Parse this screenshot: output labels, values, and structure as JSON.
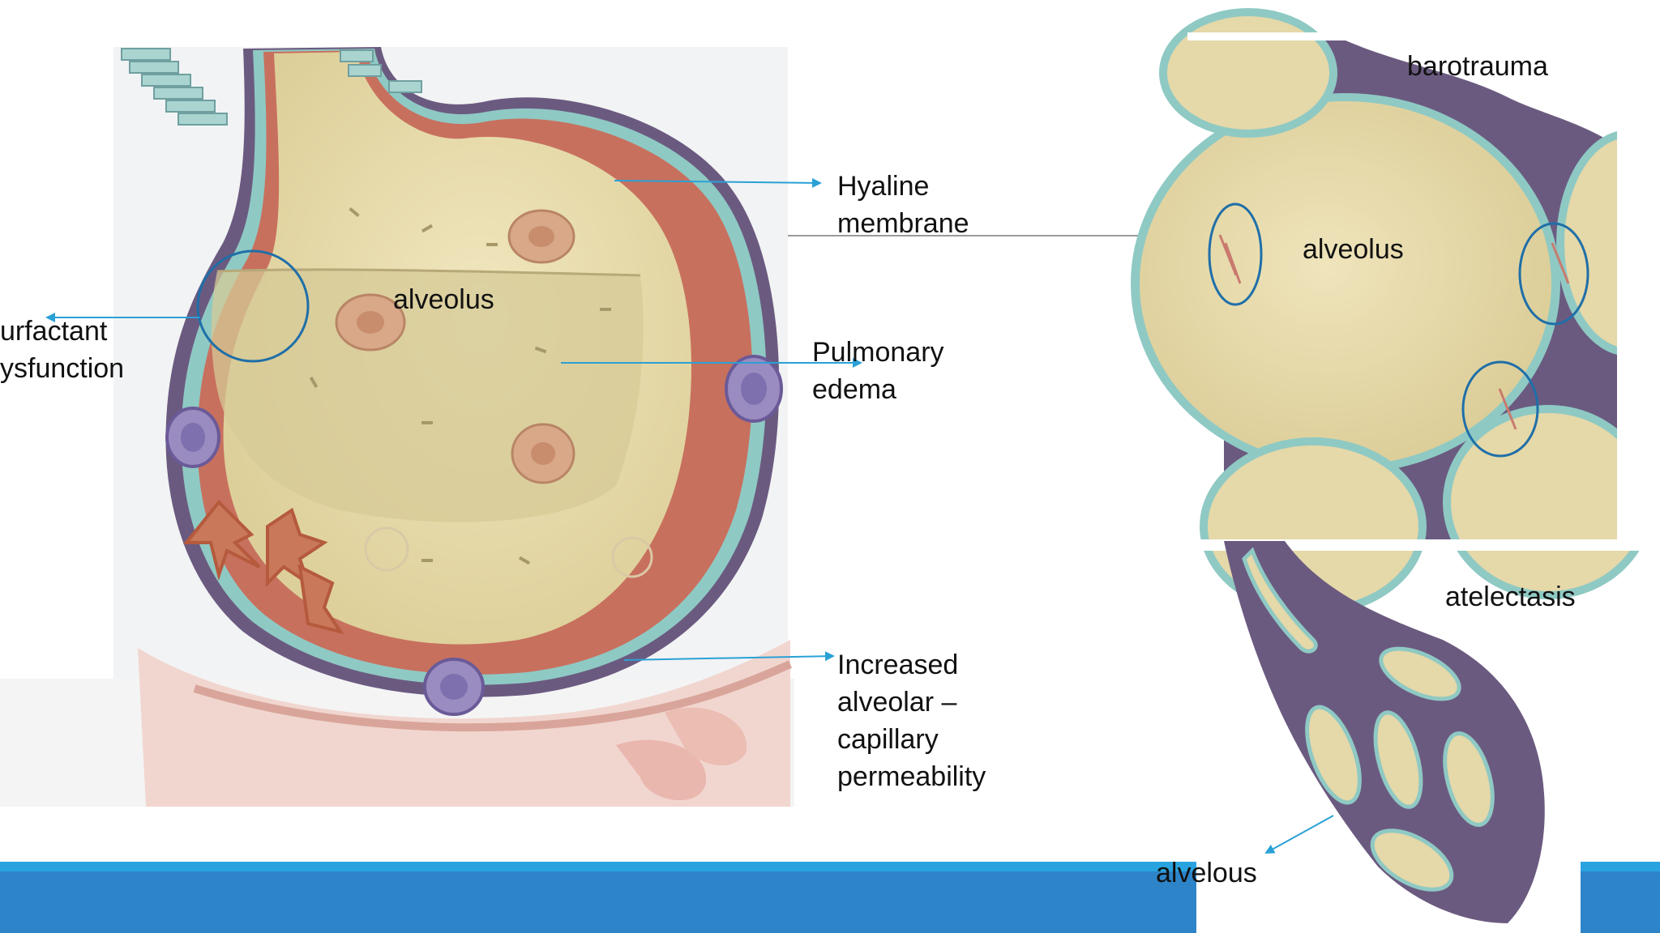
{
  "colors": {
    "accent": "#2e84c8",
    "footer_light": "#29a3e0",
    "circle": "#1f6fa8",
    "arrow": "#2aa1d6",
    "alveolus_fill": "#e9ddb0",
    "wall_purple": "#6b5a80",
    "epithelium_teal": "#8fc9c4",
    "hyaline_red": "#c8705e"
  },
  "labels": {
    "hyaline": [
      "Hyaline",
      "membrane"
    ],
    "surfactant": [
      "urfactant",
      "ysfunction"
    ],
    "alveolus_left": "alveolus",
    "pulmonary": [
      "Pulmonary",
      "edema"
    ],
    "permeability": [
      "Increased",
      "alveolar –",
      "capillary",
      "permeability"
    ],
    "barotrauma": "barotrauma",
    "alveolus_right": "alveolus",
    "atelectasis": "atelectasis",
    "alvelous": "alvelous"
  }
}
